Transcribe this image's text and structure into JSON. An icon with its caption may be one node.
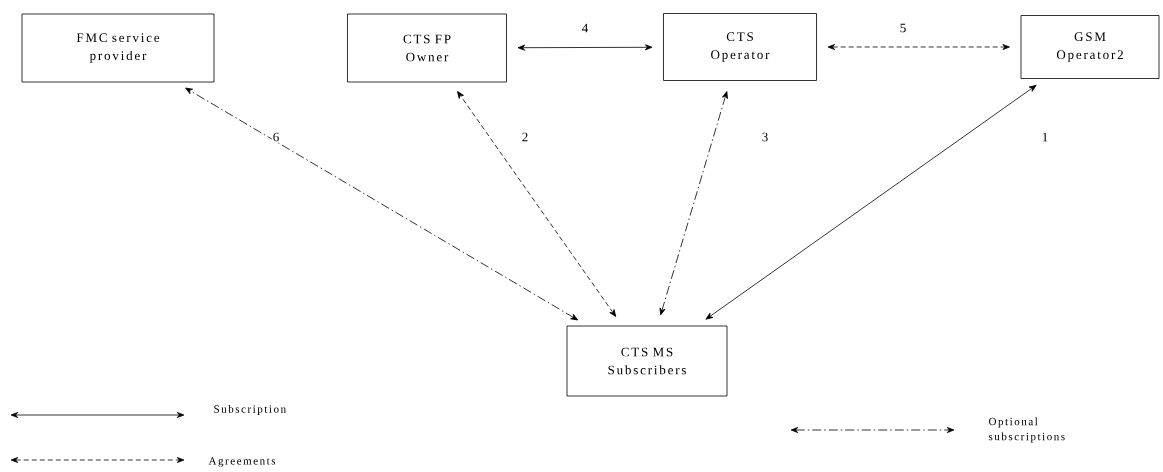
{
  "diagram": {
    "nodes": [
      {
        "text": [
          "FMC service provider"
        ]
      },
      {
        "text": [
          "CTS FP Owner"
        ]
      },
      {
        "text": [
          "CTS Operator"
        ]
      },
      {
        "text": [
          "GSM Operator2"
        ]
      },
      {
        "text": [
          "CTS MS Subscribers"
        ]
      }
    ],
    "edges": [
      {
        "from": 4,
        "to": 3,
        "arrow": "both",
        "label": "1"
      },
      {
        "from": 4,
        "to": 1,
        "arrow": "both",
        "label": "2",
        "style": "dashed"
      },
      {
        "from": 4,
        "to": 2,
        "arrow": "both",
        "label": "3",
        "style": "dashed"
      },
      {
        "from": 1,
        "to": 2,
        "arrow": "both",
        "label": "4"
      },
      {
        "from": 2,
        "to": 3,
        "arrow": "both",
        "label": "5",
        "style": "dashed"
      },
      {
        "from": 4,
        "to": 0,
        "arrow": "both",
        "label": "6",
        "style": "dashed"
      }
    ],
    "legend": [
      {
        "text": "Subscription"
      },
      {
        "text": "Agreements"
      },
      {
        "text": "Optional subscriptions"
      }
    ]
  }
}
